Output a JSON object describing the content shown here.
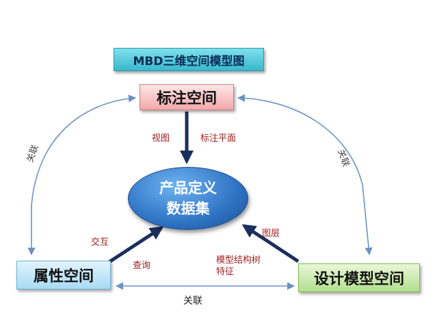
{
  "title": "MBD三维空间模型图",
  "nodes": {
    "annotation_space": "标注空间",
    "attribute_space": "属性空间",
    "design_space": "设计模型空间",
    "center_line1": "产品定义",
    "center_line2": "数据集"
  },
  "edge_labels": {
    "view": "视图",
    "annotation_plane": "标注平面",
    "interaction": "交互",
    "query": "查询",
    "layer": "图层",
    "tree_line1": "模型结构树",
    "tree_line2": "特征",
    "assoc_left": "关联",
    "assoc_right": "关联",
    "assoc_bottom": "关联"
  }
}
